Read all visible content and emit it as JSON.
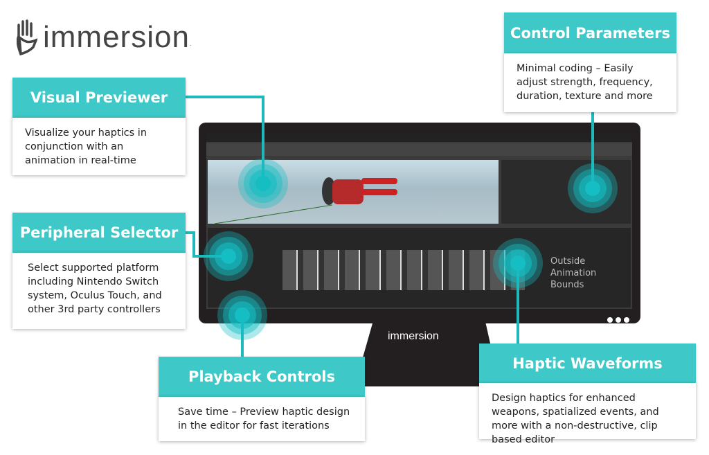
{
  "logo": {
    "text": "immersion",
    "trademark": "."
  },
  "callouts": [
    {
      "title": "Visual Previewer",
      "text": "Visualize your haptics in conjunction with an animation in real-time"
    },
    {
      "title": "Peripheral Selector",
      "text": "Select supported platform including Nintendo Switch system, Oculus Touch, and other 3rd party controllers"
    },
    {
      "title": "Control Parameters",
      "text": "Minimal coding – Easily adjust strength, frequency, duration, texture and more"
    },
    {
      "title": "Playback Controls",
      "text": "Save time – Preview haptic design in the editor for fast iterations"
    },
    {
      "title": "Haptic Waveforms",
      "text": "Design haptics for enhanced weapons, spatialized events, and more with a non-destructive, clip based editor"
    }
  ],
  "screen": {
    "outside_label": "Outside Animation Bounds"
  },
  "stand_logo": "immersion",
  "colors": {
    "accent": "#3ec8c8",
    "bezel": "#231f20",
    "logo": "#444444"
  }
}
